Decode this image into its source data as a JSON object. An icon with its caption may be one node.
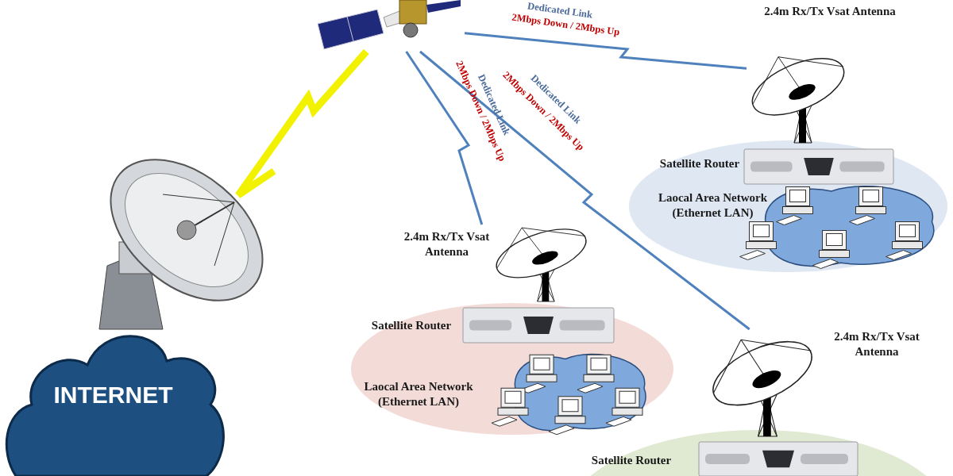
{
  "diagram": {
    "nodes": [
      {
        "text": [],
        "shape": "picture"
      },
      {
        "text": [],
        "shape": "picture"
      },
      {
        "text": [
          "INTERNET"
        ]
      },
      {
        "text": [
          "2.4m Rx/Tx Vsat Antenna"
        ]
      },
      {
        "text": [
          "Laocal Area Network (Ethernet LAN)"
        ]
      },
      {
        "text": [
          "Satellite Router"
        ],
        "in": 4
      },
      {
        "text": [
          "2.4m Rx/Tx Vsat Antenna"
        ]
      },
      {
        "text": [
          "Laocal Area Network (Ethernet LAN)"
        ]
      },
      {
        "text": [
          "Satellite Router"
        ],
        "in": 7
      },
      {
        "text": [
          "2.4m Rx/Tx Vsat Antenna"
        ]
      },
      {
        "text": [],
        "shape": "ellipse"
      },
      {
        "text": [
          "Satellite Router"
        ],
        "in": 10
      }
    ],
    "edges": [
      {
        "from": 0,
        "to": 1,
        "arrow": "none",
        "style": "thick",
        "color": "#f2f200"
      },
      {
        "from": 0,
        "to": 3,
        "arrow": "none",
        "label": "Dedicated Link"
      },
      {
        "from": 0,
        "to": 6,
        "arrow": "none",
        "label": "Dedicated Link"
      },
      {
        "from": 0,
        "to": 9,
        "arrow": "none",
        "label": "Dedicated Link"
      }
    ],
    "labels": [
      "2Mbps Down / 2Mbps Up",
      "2Mbps Down / 2Mbps Up",
      "2Mbps Down / 2Mbps Up"
    ]
  }
}
